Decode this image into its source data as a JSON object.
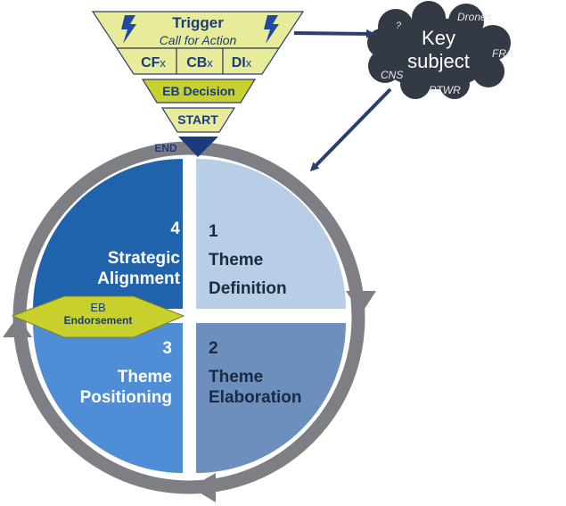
{
  "funnel": {
    "trigger": "Trigger",
    "call_for_action": "Call for Action",
    "cf_main": "CF",
    "cf_sub": "x",
    "cb_main": "CB",
    "cb_sub": "x",
    "di_main": "DI",
    "di_sub": "x",
    "eb_decision": "EB Decision",
    "start": "START",
    "end": "END"
  },
  "cloud": {
    "title_line1": "Key",
    "title_line2": "subject",
    "tags": [
      "?",
      "Drones",
      "FRA",
      "CNS",
      "RTWR"
    ]
  },
  "quadrants": [
    {
      "number": "1",
      "line1": "Theme",
      "line2": "Definition"
    },
    {
      "number": "2",
      "line1": "Theme",
      "line2": "Elaboration"
    },
    {
      "number": "3",
      "line1": "Theme",
      "line2": "Positioning"
    },
    {
      "number": "4",
      "line1": "Strategic",
      "line2": "Alignment"
    }
  ],
  "endorsement": {
    "line1": "EB",
    "line2": "Endorsement"
  },
  "colors": {
    "ring": "#7e7f84",
    "q1": "#b8cde6",
    "q2": "#6c8fbe",
    "q3": "#4f8ed6",
    "q4": "#1f63ad",
    "funnel_yellow": "#e8ec9a",
    "funnel_olive": "#c7d02c",
    "navy": "#1a3c7a",
    "cloud": "#333a44"
  }
}
